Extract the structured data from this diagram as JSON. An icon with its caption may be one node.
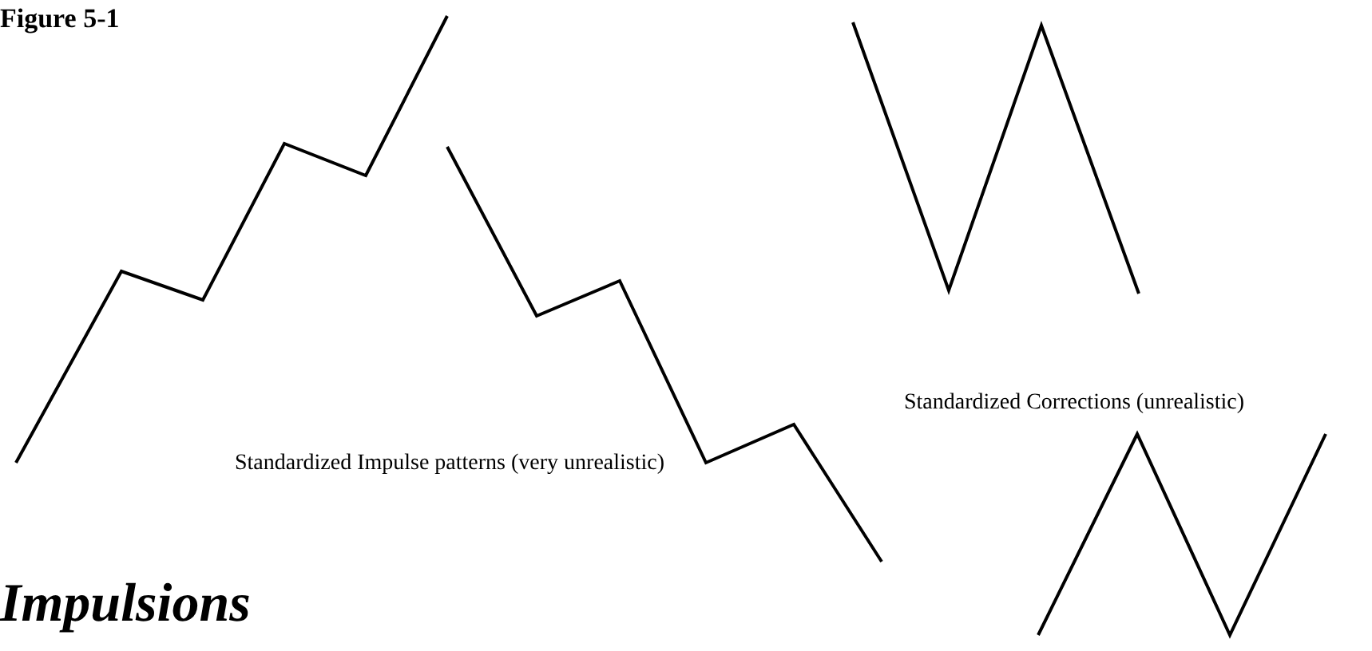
{
  "diagram": {
    "title": "Figure 5-1",
    "labels": [
      "Standardized Corrections (unrealistic)",
      "Standardized Impulse patterns (very unrealistic)",
      "Impulsions"
    ]
  }
}
